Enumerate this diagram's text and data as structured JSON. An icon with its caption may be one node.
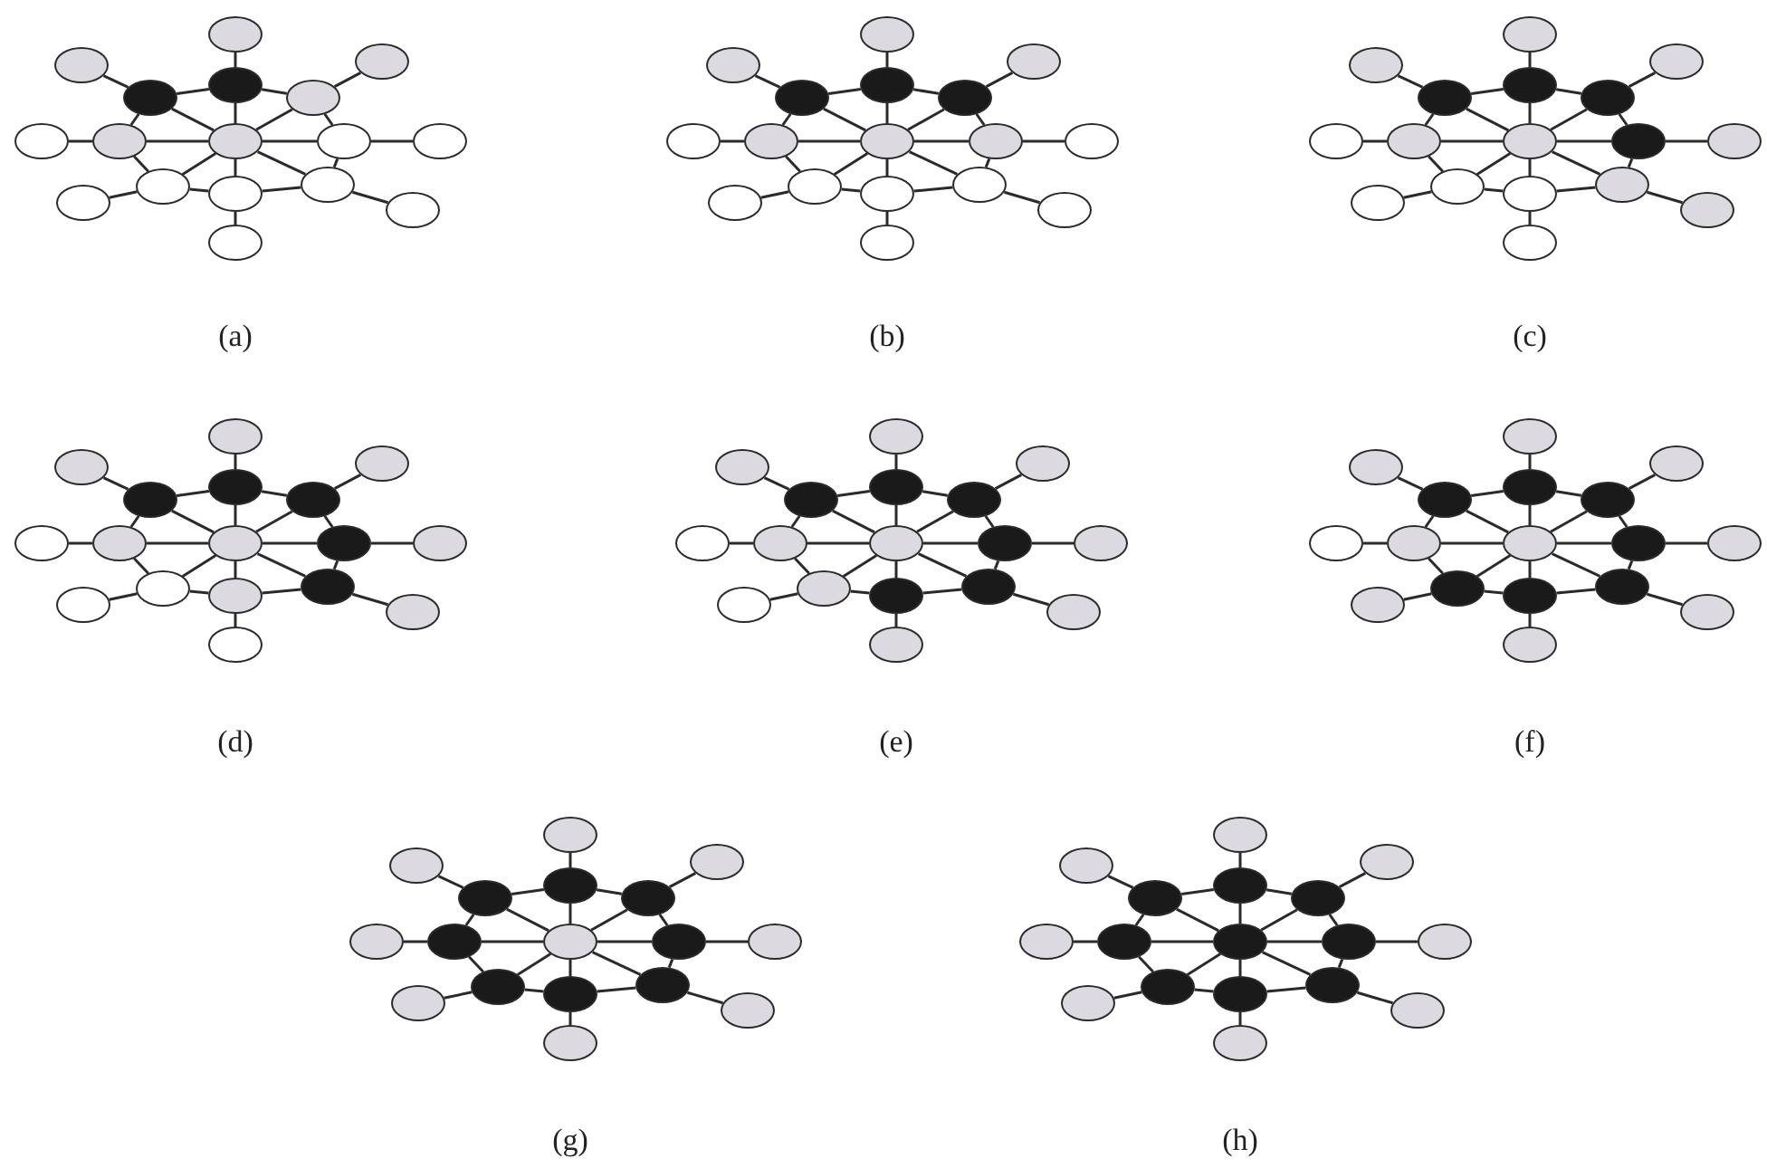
{
  "diagram": {
    "nodes": [
      {
        "text": [],
        "shape": "ellipse"
      },
      {
        "text": [],
        "shape": "ellipse"
      },
      {
        "text": [],
        "shape": "ellipse"
      },
      {
        "text": [],
        "shape": "ellipse"
      },
      {
        "text": [],
        "shape": "ellipse"
      },
      {
        "text": [],
        "shape": "ellipse"
      },
      {
        "text": [],
        "shape": "ellipse"
      },
      {
        "text": [],
        "shape": "ellipse"
      },
      {
        "text": [],
        "shape": "ellipse"
      },
      {
        "text": [],
        "shape": "ellipse"
      },
      {
        "text": [],
        "shape": "ellipse"
      },
      {
        "text": [],
        "shape": "ellipse"
      },
      {
        "text": [],
        "shape": "ellipse"
      },
      {
        "text": [],
        "shape": "ellipse"
      },
      {
        "text": [],
        "shape": "ellipse"
      },
      {
        "text": [],
        "shape": "ellipse"
      },
      {
        "text": [],
        "shape": "ellipse"
      },
      {
        "text": [],
        "shape": "ellipse"
      },
      {
        "text": [],
        "shape": "ellipse"
      },
      {
        "text": [],
        "shape": "ellipse"
      },
      {
        "text": [],
        "shape": "ellipse"
      },
      {
        "text": [],
        "shape": "ellipse"
      },
      {
        "text": [],
        "shape": "ellipse"
      },
      {
        "text": [],
        "shape": "ellipse"
      },
      {
        "text": [],
        "shape": "ellipse"
      },
      {
        "text": [],
        "shape": "ellipse"
      },
      {
        "text": [],
        "shape": "ellipse"
      },
      {
        "text": [],
        "shape": "ellipse"
      },
      {
        "text": [],
        "shape": "ellipse"
      },
      {
        "text": [],
        "shape": "ellipse"
      },
      {
        "text": [],
        "shape": "ellipse"
      },
      {
        "text": [],
        "shape": "ellipse"
      },
      {
        "text": [],
        "shape": "ellipse"
      },
      {
        "text": [],
        "shape": "ellipse"
      },
      {
        "text": [],
        "shape": "ellipse"
      },
      {
        "text": [],
        "shape": "ellipse"
      },
      {
        "text": [],
        "shape": "ellipse"
      },
      {
        "text": [],
        "shape": "ellipse"
      },
      {
        "text": [],
        "shape": "ellipse"
      },
      {
        "text": [],
        "shape": "ellipse"
      },
      {
        "text": [],
        "shape": "ellipse"
      },
      {
        "text": [],
        "shape": "ellipse"
      },
      {
        "text": [],
        "shape": "ellipse"
      },
      {
        "text": [],
        "shape": "ellipse"
      },
      {
        "text": [],
        "shape": "ellipse"
      },
      {
        "text": [],
        "shape": "ellipse"
      },
      {
        "text": [],
        "shape": "ellipse"
      },
      {
        "text": [],
        "shape": "ellipse"
      },
      {
        "text": [],
        "shape": "ellipse"
      },
      {
        "text": [],
        "shape": "ellipse"
      },
      {
        "text": [],
        "shape": "ellipse"
      },
      {
        "text": [],
        "shape": "ellipse"
      },
      {
        "text": [],
        "shape": "ellipse"
      },
      {
        "text": [],
        "shape": "ellipse"
      },
      {
        "text": [],
        "shape": "ellipse"
      },
      {
        "text": [],
        "shape": "ellipse"
      },
      {
        "text": [],
        "shape": "ellipse"
      },
      {
        "text": [],
        "shape": "ellipse"
      },
      {
        "text": [],
        "shape": "ellipse"
      },
      {
        "text": [],
        "shape": "ellipse"
      },
      {
        "text": [],
        "shape": "ellipse"
      },
      {
        "text": [],
        "shape": "ellipse"
      },
      {
        "text": [],
        "shape": "ellipse"
      },
      {
        "text": [],
        "shape": "ellipse"
      },
      {
        "text": [],
        "shape": "ellipse"
      },
      {
        "text": [],
        "shape": "ellipse"
      },
      {
        "text": [],
        "shape": "ellipse"
      },
      {
        "text": [],
        "shape": "ellipse"
      },
      {
        "text": [],
        "shape": "ellipse"
      },
      {
        "text": [],
        "shape": "ellipse"
      },
      {
        "text": [],
        "shape": "ellipse"
      },
      {
        "text": [],
        "shape": "ellipse"
      },
      {
        "text": [],
        "shape": "ellipse"
      },
      {
        "text": [],
        "shape": "ellipse"
      },
      {
        "text": [],
        "shape": "ellipse"
      },
      {
        "text": [],
        "shape": "ellipse"
      },
      {
        "text": [],
        "shape": "ellipse"
      },
      {
        "text": [],
        "shape": "ellipse"
      },
      {
        "text": [],
        "shape": "ellipse"
      },
      {
        "text": [],
        "shape": "ellipse"
      },
      {
        "text": [],
        "shape": "ellipse"
      },
      {
        "text": [],
        "shape": "ellipse"
      },
      {
        "text": [],
        "shape": "ellipse"
      },
      {
        "text": [],
        "shape": "ellipse"
      },
      {
        "text": [],
        "shape": "ellipse"
      },
      {
        "text": [],
        "shape": "ellipse"
      },
      {
        "text": [],
        "shape": "ellipse"
      },
      {
        "text": [],
        "shape": "ellipse"
      },
      {
        "text": [],
        "shape": "ellipse"
      },
      {
        "text": [],
        "shape": "ellipse"
      },
      {
        "text": [],
        "shape": "ellipse"
      },
      {
        "text": [],
        "shape": "ellipse"
      },
      {
        "text": [],
        "shape": "ellipse"
      },
      {
        "text": [],
        "shape": "ellipse"
      },
      {
        "text": [],
        "shape": "ellipse"
      },
      {
        "text": [],
        "shape": "ellipse"
      },
      {
        "text": [],
        "shape": "ellipse"
      },
      {
        "text": [],
        "shape": "ellipse"
      },
      {
        "text": [],
        "shape": "ellipse"
      },
      {
        "text": [],
        "shape": "ellipse"
      },
      {
        "text": [],
        "shape": "ellipse"
      },
      {
        "text": [],
        "shape": "ellipse"
      },
      {
        "text": [],
        "shape": "ellipse"
      },
      {
        "text": [],
        "shape": "ellipse"
      },
      {
        "text": [],
        "shape": "ellipse"
      },
      {
        "text": [],
        "shape": "ellipse"
      },
      {
        "text": [],
        "shape": "ellipse"
      },
      {
        "text": [],
        "shape": "ellipse"
      },
      {
        "text": [],
        "shape": "ellipse"
      },
      {
        "text": [],
        "shape": "ellipse"
      },
      {
        "text": [],
        "shape": "ellipse"
      },
      {
        "text": [],
        "shape": "ellipse"
      },
      {
        "text": [],
        "shape": "ellipse"
      },
      {
        "text": [],
        "shape": "ellipse"
      },
      {
        "text": [],
        "shape": "ellipse"
      },
      {
        "text": [],
        "shape": "ellipse"
      },
      {
        "text": [],
        "shape": "ellipse"
      },
      {
        "text": [],
        "shape": "ellipse"
      },
      {
        "text": [],
        "shape": "ellipse"
      },
      {
        "text": [],
        "shape": "ellipse"
      },
      {
        "text": [],
        "shape": "ellipse"
      },
      {
        "text": [],
        "shape": "ellipse"
      },
      {
        "text": [],
        "shape": "ellipse"
      },
      {
        "text": [],
        "shape": "ellipse"
      },
      {
        "text": [],
        "shape": "ellipse"
      },
      {
        "text": [],
        "shape": "ellipse"
      },
      {
        "text": [],
        "shape": "ellipse"
      },
      {
        "text": [],
        "shape": "ellipse"
      },
      {
        "text": [],
        "shape": "ellipse"
      },
      {
        "text": [],
        "shape": "ellipse"
      },
      {
        "text": [],
        "shape": "ellipse"
      },
      {
        "text": [],
        "shape": "ellipse"
      },
      {
        "text": [],
        "shape": "ellipse"
      },
      {
        "text": [],
        "shape": "ellipse"
      },
      {
        "text": [],
        "shape": "ellipse"
      },
      {
        "text": [],
        "shape": "ellipse"
      }
    ],
    "edges": [
      {
        "from": 0,
        "to": 1,
        "arrow": "none"
      },
      {
        "from": 0,
        "to": 2,
        "arrow": "none"
      },
      {
        "from": 0,
        "to": 3,
        "arrow": "none"
      },
      {
        "from": 0,
        "to": 4,
        "arrow": "none"
      },
      {
        "from": 0,
        "to": 5,
        "arrow": "none"
      },
      {
        "from": 0,
        "to": 6,
        "arrow": "none"
      },
      {
        "from": 0,
        "to": 7,
        "arrow": "none"
      },
      {
        "from": 0,
        "to": 8,
        "arrow": "none"
      },
      {
        "from": 1,
        "to": 2,
        "arrow": "none"
      },
      {
        "from": 2,
        "to": 3,
        "arrow": "none"
      },
      {
        "from": 3,
        "to": 4,
        "arrow": "none"
      },
      {
        "from": 4,
        "to": 5,
        "arrow": "none"
      },
      {
        "from": 5,
        "to": 6,
        "arrow": "none"
      },
      {
        "from": 6,
        "to": 7,
        "arrow": "none"
      },
      {
        "from": 7,
        "to": 8,
        "arrow": "none"
      },
      {
        "from": 8,
        "to": 1,
        "arrow": "none"
      },
      {
        "from": 1,
        "to": 9,
        "arrow": "none"
      },
      {
        "from": 2,
        "to": 10,
        "arrow": "none"
      },
      {
        "from": 3,
        "to": 11,
        "arrow": "none"
      },
      {
        "from": 4,
        "to": 12,
        "arrow": "none"
      },
      {
        "from": 5,
        "to": 13,
        "arrow": "none"
      },
      {
        "from": 6,
        "to": 14,
        "arrow": "none"
      },
      {
        "from": 7,
        "to": 15,
        "arrow": "none"
      },
      {
        "from": 8,
        "to": 16,
        "arrow": "none"
      },
      {
        "from": 17,
        "to": 18,
        "arrow": "none"
      },
      {
        "from": 17,
        "to": 19,
        "arrow": "none"
      },
      {
        "from": 17,
        "to": 20,
        "arrow": "none"
      },
      {
        "from": 17,
        "to": 21,
        "arrow": "none"
      },
      {
        "from": 17,
        "to": 22,
        "arrow": "none"
      },
      {
        "from": 17,
        "to": 23,
        "arrow": "none"
      },
      {
        "from": 17,
        "to": 24,
        "arrow": "none"
      },
      {
        "from": 17,
        "to": 25,
        "arrow": "none"
      },
      {
        "from": 18,
        "to": 19,
        "arrow": "none"
      },
      {
        "from": 19,
        "to": 20,
        "arrow": "none"
      },
      {
        "from": 20,
        "to": 21,
        "arrow": "none"
      },
      {
        "from": 21,
        "to": 22,
        "arrow": "none"
      },
      {
        "from": 22,
        "to": 23,
        "arrow": "none"
      },
      {
        "from": 23,
        "to": 24,
        "arrow": "none"
      },
      {
        "from": 24,
        "to": 25,
        "arrow": "none"
      },
      {
        "from": 25,
        "to": 18,
        "arrow": "none"
      },
      {
        "from": 18,
        "to": 26,
        "arrow": "none"
      },
      {
        "from": 19,
        "to": 27,
        "arrow": "none"
      },
      {
        "from": 20,
        "to": 28,
        "arrow": "none"
      },
      {
        "from": 21,
        "to": 29,
        "arrow": "none"
      },
      {
        "from": 22,
        "to": 30,
        "arrow": "none"
      },
      {
        "from": 23,
        "to": 31,
        "arrow": "none"
      },
      {
        "from": 24,
        "to": 32,
        "arrow": "none"
      },
      {
        "from": 25,
        "to": 33,
        "arrow": "none"
      },
      {
        "from": 34,
        "to": 35,
        "arrow": "none"
      },
      {
        "from": 34,
        "to": 36,
        "arrow": "none"
      },
      {
        "from": 34,
        "to": 37,
        "arrow": "none"
      },
      {
        "from": 34,
        "to": 38,
        "arrow": "none"
      },
      {
        "from": 34,
        "to": 39,
        "arrow": "none"
      },
      {
        "from": 34,
        "to": 40,
        "arrow": "none"
      },
      {
        "from": 34,
        "to": 41,
        "arrow": "none"
      },
      {
        "from": 34,
        "to": 42,
        "arrow": "none"
      },
      {
        "from": 35,
        "to": 36,
        "arrow": "none"
      },
      {
        "from": 36,
        "to": 37,
        "arrow": "none"
      },
      {
        "from": 37,
        "to": 38,
        "arrow": "none"
      },
      {
        "from": 38,
        "to": 39,
        "arrow": "none"
      },
      {
        "from": 39,
        "to": 40,
        "arrow": "none"
      },
      {
        "from": 40,
        "to": 41,
        "arrow": "none"
      },
      {
        "from": 41,
        "to": 42,
        "arrow": "none"
      },
      {
        "from": 42,
        "to": 35,
        "arrow": "none"
      },
      {
        "from": 35,
        "to": 43,
        "arrow": "none"
      },
      {
        "from": 36,
        "to": 44,
        "arrow": "none"
      },
      {
        "from": 37,
        "to": 45,
        "arrow": "none"
      },
      {
        "from": 38,
        "to": 46,
        "arrow": "none"
      },
      {
        "from": 39,
        "to": 47,
        "arrow": "none"
      },
      {
        "from": 40,
        "to": 48,
        "arrow": "none"
      },
      {
        "from": 41,
        "to": 49,
        "arrow": "none"
      },
      {
        "from": 42,
        "to": 50,
        "arrow": "none"
      },
      {
        "from": 51,
        "to": 52,
        "arrow": "none"
      },
      {
        "from": 51,
        "to": 53,
        "arrow": "none"
      },
      {
        "from": 51,
        "to": 54,
        "arrow": "none"
      },
      {
        "from": 51,
        "to": 55,
        "arrow": "none"
      },
      {
        "from": 51,
        "to": 56,
        "arrow": "none"
      },
      {
        "from": 51,
        "to": 57,
        "arrow": "none"
      },
      {
        "from": 51,
        "to": 58,
        "arrow": "none"
      },
      {
        "from": 51,
        "to": 59,
        "arrow": "none"
      },
      {
        "from": 52,
        "to": 53,
        "arrow": "none"
      },
      {
        "from": 53,
        "to": 54,
        "arrow": "none"
      },
      {
        "from": 54,
        "to": 55,
        "arrow": "none"
      },
      {
        "from": 55,
        "to": 56,
        "arrow": "none"
      },
      {
        "from": 56,
        "to": 57,
        "arrow": "none"
      },
      {
        "from": 57,
        "to": 58,
        "arrow": "none"
      },
      {
        "from": 58,
        "to": 59,
        "arrow": "none"
      },
      {
        "from": 59,
        "to": 52,
        "arrow": "none"
      },
      {
        "from": 52,
        "to": 60,
        "arrow": "none"
      },
      {
        "from": 53,
        "to": 61,
        "arrow": "none"
      },
      {
        "from": 54,
        "to": 62,
        "arrow": "none"
      },
      {
        "from": 55,
        "to": 63,
        "arrow": "none"
      },
      {
        "from": 56,
        "to": 64,
        "arrow": "none"
      },
      {
        "from": 57,
        "to": 65,
        "arrow": "none"
      },
      {
        "from": 58,
        "to": 66,
        "arrow": "none"
      },
      {
        "from": 59,
        "to": 67,
        "arrow": "none"
      },
      {
        "from": 68,
        "to": 69,
        "arrow": "none"
      },
      {
        "from": 68,
        "to": 70,
        "arrow": "none"
      },
      {
        "from": 68,
        "to": 71,
        "arrow": "none"
      },
      {
        "from": 68,
        "to": 72,
        "arrow": "none"
      },
      {
        "from": 68,
        "to": 73,
        "arrow": "none"
      },
      {
        "from": 68,
        "to": 74,
        "arrow": "none"
      },
      {
        "from": 68,
        "to": 75,
        "arrow": "none"
      },
      {
        "from": 68,
        "to": 76,
        "arrow": "none"
      },
      {
        "from": 69,
        "to": 70,
        "arrow": "none"
      },
      {
        "from": 70,
        "to": 71,
        "arrow": "none"
      },
      {
        "from": 71,
        "to": 72,
        "arrow": "none"
      },
      {
        "from": 72,
        "to": 73,
        "arrow": "none"
      },
      {
        "from": 73,
        "to": 74,
        "arrow": "none"
      },
      {
        "from": 74,
        "to": 75,
        "arrow": "none"
      },
      {
        "from": 75,
        "to": 76,
        "arrow": "none"
      },
      {
        "from": 76,
        "to": 69,
        "arrow": "none"
      },
      {
        "from": 69,
        "to": 77,
        "arrow": "none"
      },
      {
        "from": 70,
        "to": 78,
        "arrow": "none"
      },
      {
        "from": 71,
        "to": 79,
        "arrow": "none"
      },
      {
        "from": 72,
        "to": 80,
        "arrow": "none"
      },
      {
        "from": 73,
        "to": 81,
        "arrow": "none"
      },
      {
        "from": 74,
        "to": 82,
        "arrow": "none"
      },
      {
        "from": 75,
        "to": 83,
        "arrow": "none"
      },
      {
        "from": 76,
        "to": 84,
        "arrow": "none"
      },
      {
        "from": 85,
        "to": 86,
        "arrow": "none"
      },
      {
        "from": 85,
        "to": 87,
        "arrow": "none"
      },
      {
        "from": 85,
        "to": 88,
        "arrow": "none"
      },
      {
        "from": 85,
        "to": 89,
        "arrow": "none"
      },
      {
        "from": 85,
        "to": 90,
        "arrow": "none"
      },
      {
        "from": 85,
        "to": 91,
        "arrow": "none"
      },
      {
        "from": 85,
        "to": 92,
        "arrow": "none"
      },
      {
        "from": 85,
        "to": 93,
        "arrow": "none"
      },
      {
        "from": 86,
        "to": 87,
        "arrow": "none"
      },
      {
        "from": 87,
        "to": 88,
        "arrow": "none"
      },
      {
        "from": 88,
        "to": 89,
        "arrow": "none"
      },
      {
        "from": 89,
        "to": 90,
        "arrow": "none"
      },
      {
        "from": 90,
        "to": 91,
        "arrow": "none"
      },
      {
        "from": 91,
        "to": 92,
        "arrow": "none"
      },
      {
        "from": 92,
        "to": 93,
        "arrow": "none"
      },
      {
        "from": 93,
        "to": 86,
        "arrow": "none"
      },
      {
        "from": 86,
        "to": 94,
        "arrow": "none"
      },
      {
        "from": 87,
        "to": 95,
        "arrow": "none"
      },
      {
        "from": 88,
        "to": 96,
        "arrow": "none"
      },
      {
        "from": 89,
        "to": 97,
        "arrow": "none"
      },
      {
        "from": 90,
        "to": 98,
        "arrow": "none"
      },
      {
        "from": 91,
        "to": 99,
        "arrow": "none"
      },
      {
        "from": 92,
        "to": 100,
        "arrow": "none"
      },
      {
        "from": 93,
        "to": 101,
        "arrow": "none"
      },
      {
        "from": 102,
        "to": 103,
        "arrow": "none"
      },
      {
        "from": 102,
        "to": 104,
        "arrow": "none"
      },
      {
        "from": 102,
        "to": 105,
        "arrow": "none"
      },
      {
        "from": 102,
        "to": 106,
        "arrow": "none"
      },
      {
        "from": 102,
        "to": 107,
        "arrow": "none"
      },
      {
        "from": 102,
        "to": 108,
        "arrow": "none"
      },
      {
        "from": 102,
        "to": 109,
        "arrow": "none"
      },
      {
        "from": 102,
        "to": 110,
        "arrow": "none"
      },
      {
        "from": 103,
        "to": 104,
        "arrow": "none"
      },
      {
        "from": 104,
        "to": 105,
        "arrow": "none"
      },
      {
        "from": 105,
        "to": 106,
        "arrow": "none"
      },
      {
        "from": 106,
        "to": 107,
        "arrow": "none"
      },
      {
        "from": 107,
        "to": 108,
        "arrow": "none"
      },
      {
        "from": 108,
        "to": 109,
        "arrow": "none"
      },
      {
        "from": 109,
        "to": 110,
        "arrow": "none"
      },
      {
        "from": 110,
        "to": 103,
        "arrow": "none"
      },
      {
        "from": 103,
        "to": 111,
        "arrow": "none"
      },
      {
        "from": 104,
        "to": 112,
        "arrow": "none"
      },
      {
        "from": 105,
        "to": 113,
        "arrow": "none"
      },
      {
        "from": 106,
        "to": 114,
        "arrow": "none"
      },
      {
        "from": 107,
        "to": 115,
        "arrow": "none"
      },
      {
        "from": 108,
        "to": 116,
        "arrow": "none"
      },
      {
        "from": 109,
        "to": 117,
        "arrow": "none"
      },
      {
        "from": 110,
        "to": 118,
        "arrow": "none"
      },
      {
        "from": 119,
        "to": 120,
        "arrow": "none"
      },
      {
        "from": 119,
        "to": 121,
        "arrow": "none"
      },
      {
        "from": 119,
        "to": 122,
        "arrow": "none"
      },
      {
        "from": 119,
        "to": 123,
        "arrow": "none"
      },
      {
        "from": 119,
        "to": 124,
        "arrow": "none"
      },
      {
        "from": 119,
        "to": 125,
        "arrow": "none"
      },
      {
        "from": 119,
        "to": 126,
        "arrow": "none"
      },
      {
        "from": 119,
        "to": 127,
        "arrow": "none"
      },
      {
        "from": 120,
        "to": 121,
        "arrow": "none"
      },
      {
        "from": 121,
        "to": 122,
        "arrow": "none"
      },
      {
        "from": 122,
        "to": 123,
        "arrow": "none"
      },
      {
        "from": 123,
        "to": 124,
        "arrow": "none"
      },
      {
        "from": 124,
        "to": 125,
        "arrow": "none"
      },
      {
        "from": 125,
        "to": 126,
        "arrow": "none"
      },
      {
        "from": 126,
        "to": 127,
        "arrow": "none"
      },
      {
        "from": 127,
        "to": 120,
        "arrow": "none"
      },
      {
        "from": 120,
        "to": 128,
        "arrow": "none"
      },
      {
        "from": 121,
        "to": 129,
        "arrow": "none"
      },
      {
        "from": 122,
        "to": 130,
        "arrow": "none"
      },
      {
        "from": 123,
        "to": 131,
        "arrow": "none"
      },
      {
        "from": 124,
        "to": 132,
        "arrow": "none"
      },
      {
        "from": 125,
        "to": 133,
        "arrow": "none"
      },
      {
        "from": 126,
        "to": 134,
        "arrow": "none"
      },
      {
        "from": 127,
        "to": 135,
        "arrow": "none"
      }
    ],
    "labels": [
      "(a)",
      "(b)",
      "(c)",
      "(d)",
      "(e)",
      "(f)",
      "(g)",
      "(h)"
    ]
  }
}
